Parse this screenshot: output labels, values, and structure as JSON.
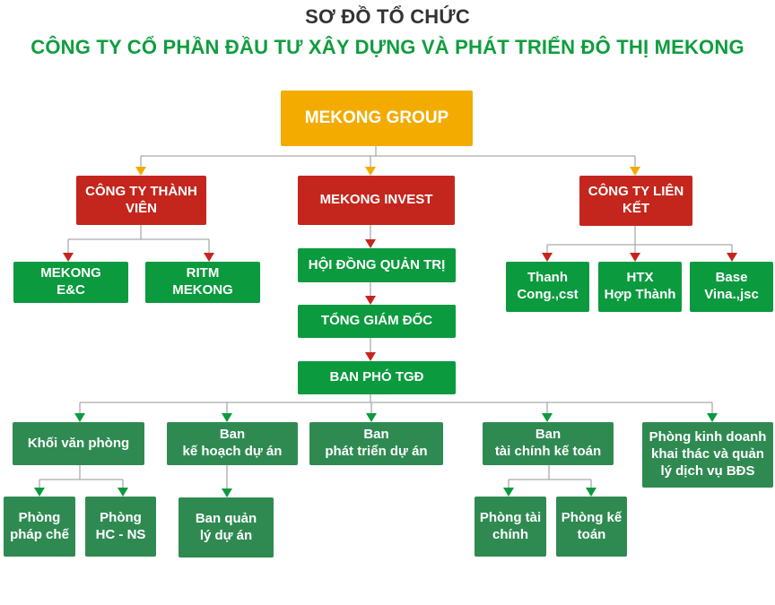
{
  "header": {
    "title": "SƠ ĐỒ TỔ CHỨC",
    "subtitle": "CÔNG TY CỔ PHẦN ĐẦU TƯ XÂY DỰNG VÀ PHÁT TRIỂN ĐÔ THỊ MEKONG"
  },
  "colors": {
    "root": "#f3ab00",
    "level1": "#c4261d",
    "level2": "#0b9a3e",
    "department": "#2f8a52",
    "connector": "#aaaaaa",
    "title": "#333333",
    "subtitle": "#0f9d3e"
  },
  "nodes": {
    "root": "MEKONG GROUP",
    "member_companies": "CÔNG TY THÀNH VIÊN",
    "mekong_invest": "MEKONG INVEST",
    "affiliated_companies": "CÔNG TY LIÊN KẾT",
    "mekong_ec": "MEKONG\nE&C",
    "ritm_mekong": "RITM\nMEKONG",
    "board_of_directors": "HỘI ĐỒNG QUẢN TRỊ",
    "general_director": "TỔNG GIÁM ĐỐC",
    "deputy_directors": "BAN PHÓ TGĐ",
    "thanh_cong": "Thanh\nCong.,cst",
    "htx_hop_thanh": "HTX\nHợp Thành",
    "base_vina": "Base\nVina.,jsc",
    "office_block": "Khối văn phòng",
    "project_planning": "Ban\nkế hoạch dự án",
    "project_development": "Ban\nphát triển dự án",
    "finance_accounting": "Ban\ntài chính kế toán",
    "real_estate_services": "Phòng kinh doanh\nkhai thác và quản\nlý dịch vụ BĐS",
    "legal_dept": "Phòng\npháp chế",
    "hr_admin_dept": "Phòng\nHC - NS",
    "project_management": "Ban quản\nlý dự án",
    "finance_dept": "Phòng tài\nchính",
    "accounting_dept": "Phòng kế\ntoán"
  }
}
